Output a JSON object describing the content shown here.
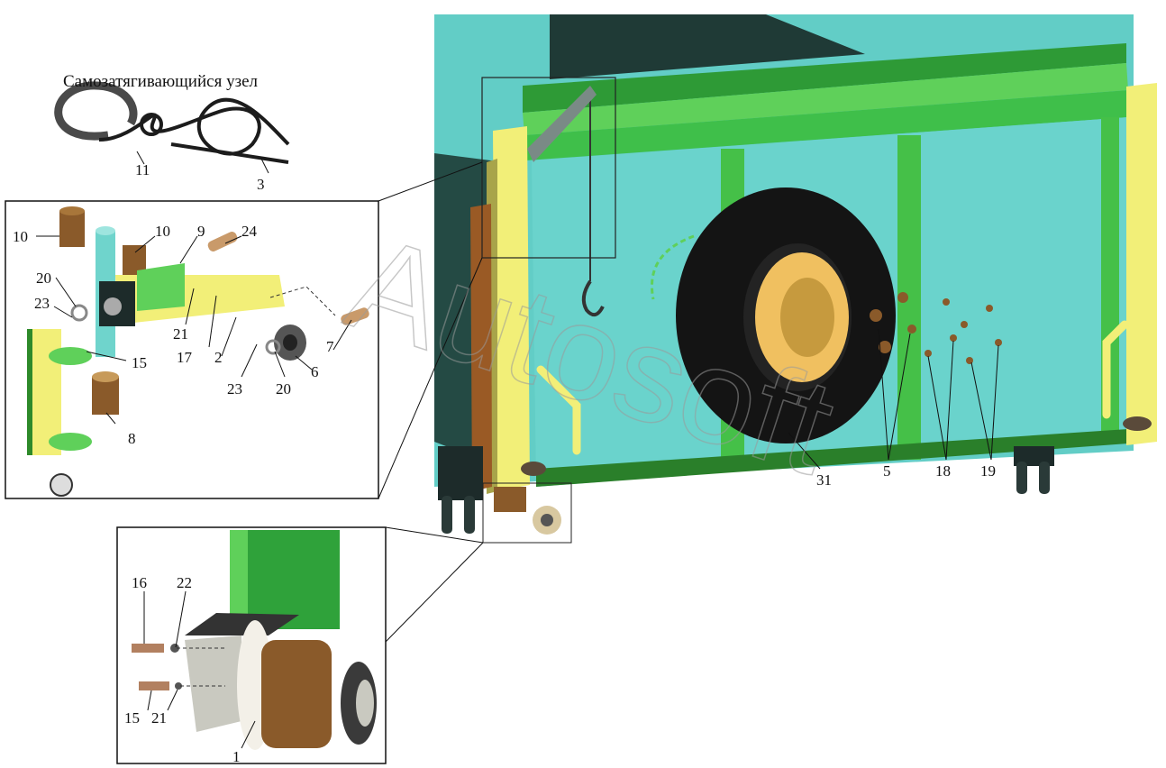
{
  "title": "Самозатягивающийся узел",
  "watermark": "Autosoft",
  "labels": {
    "l11": "11",
    "l3": "3",
    "l10a": "10",
    "l10b": "10",
    "l9": "9",
    "l24": "24",
    "l20a": "20",
    "l23a": "23",
    "l21a": "21",
    "l17": "17",
    "l2": "2",
    "l7": "7",
    "l6": "6",
    "l20b": "20",
    "l23b": "23",
    "l15a": "15",
    "l8": "8",
    "l16": "16",
    "l22": "22",
    "l15b": "15",
    "l21b": "21",
    "l1": "1",
    "l31": "31",
    "l5": "5",
    "l18": "18",
    "l19": "19"
  },
  "colors": {
    "teal": "#62cdc6",
    "teal_dark": "#3fa7a1",
    "green": "#5fd05a",
    "green_dark": "#2f8f2b",
    "yellow": "#f2ef78",
    "brown": "#8a5a2a",
    "tire": "#141414",
    "rim": "#f0c060",
    "dark": "#1c2a28"
  }
}
